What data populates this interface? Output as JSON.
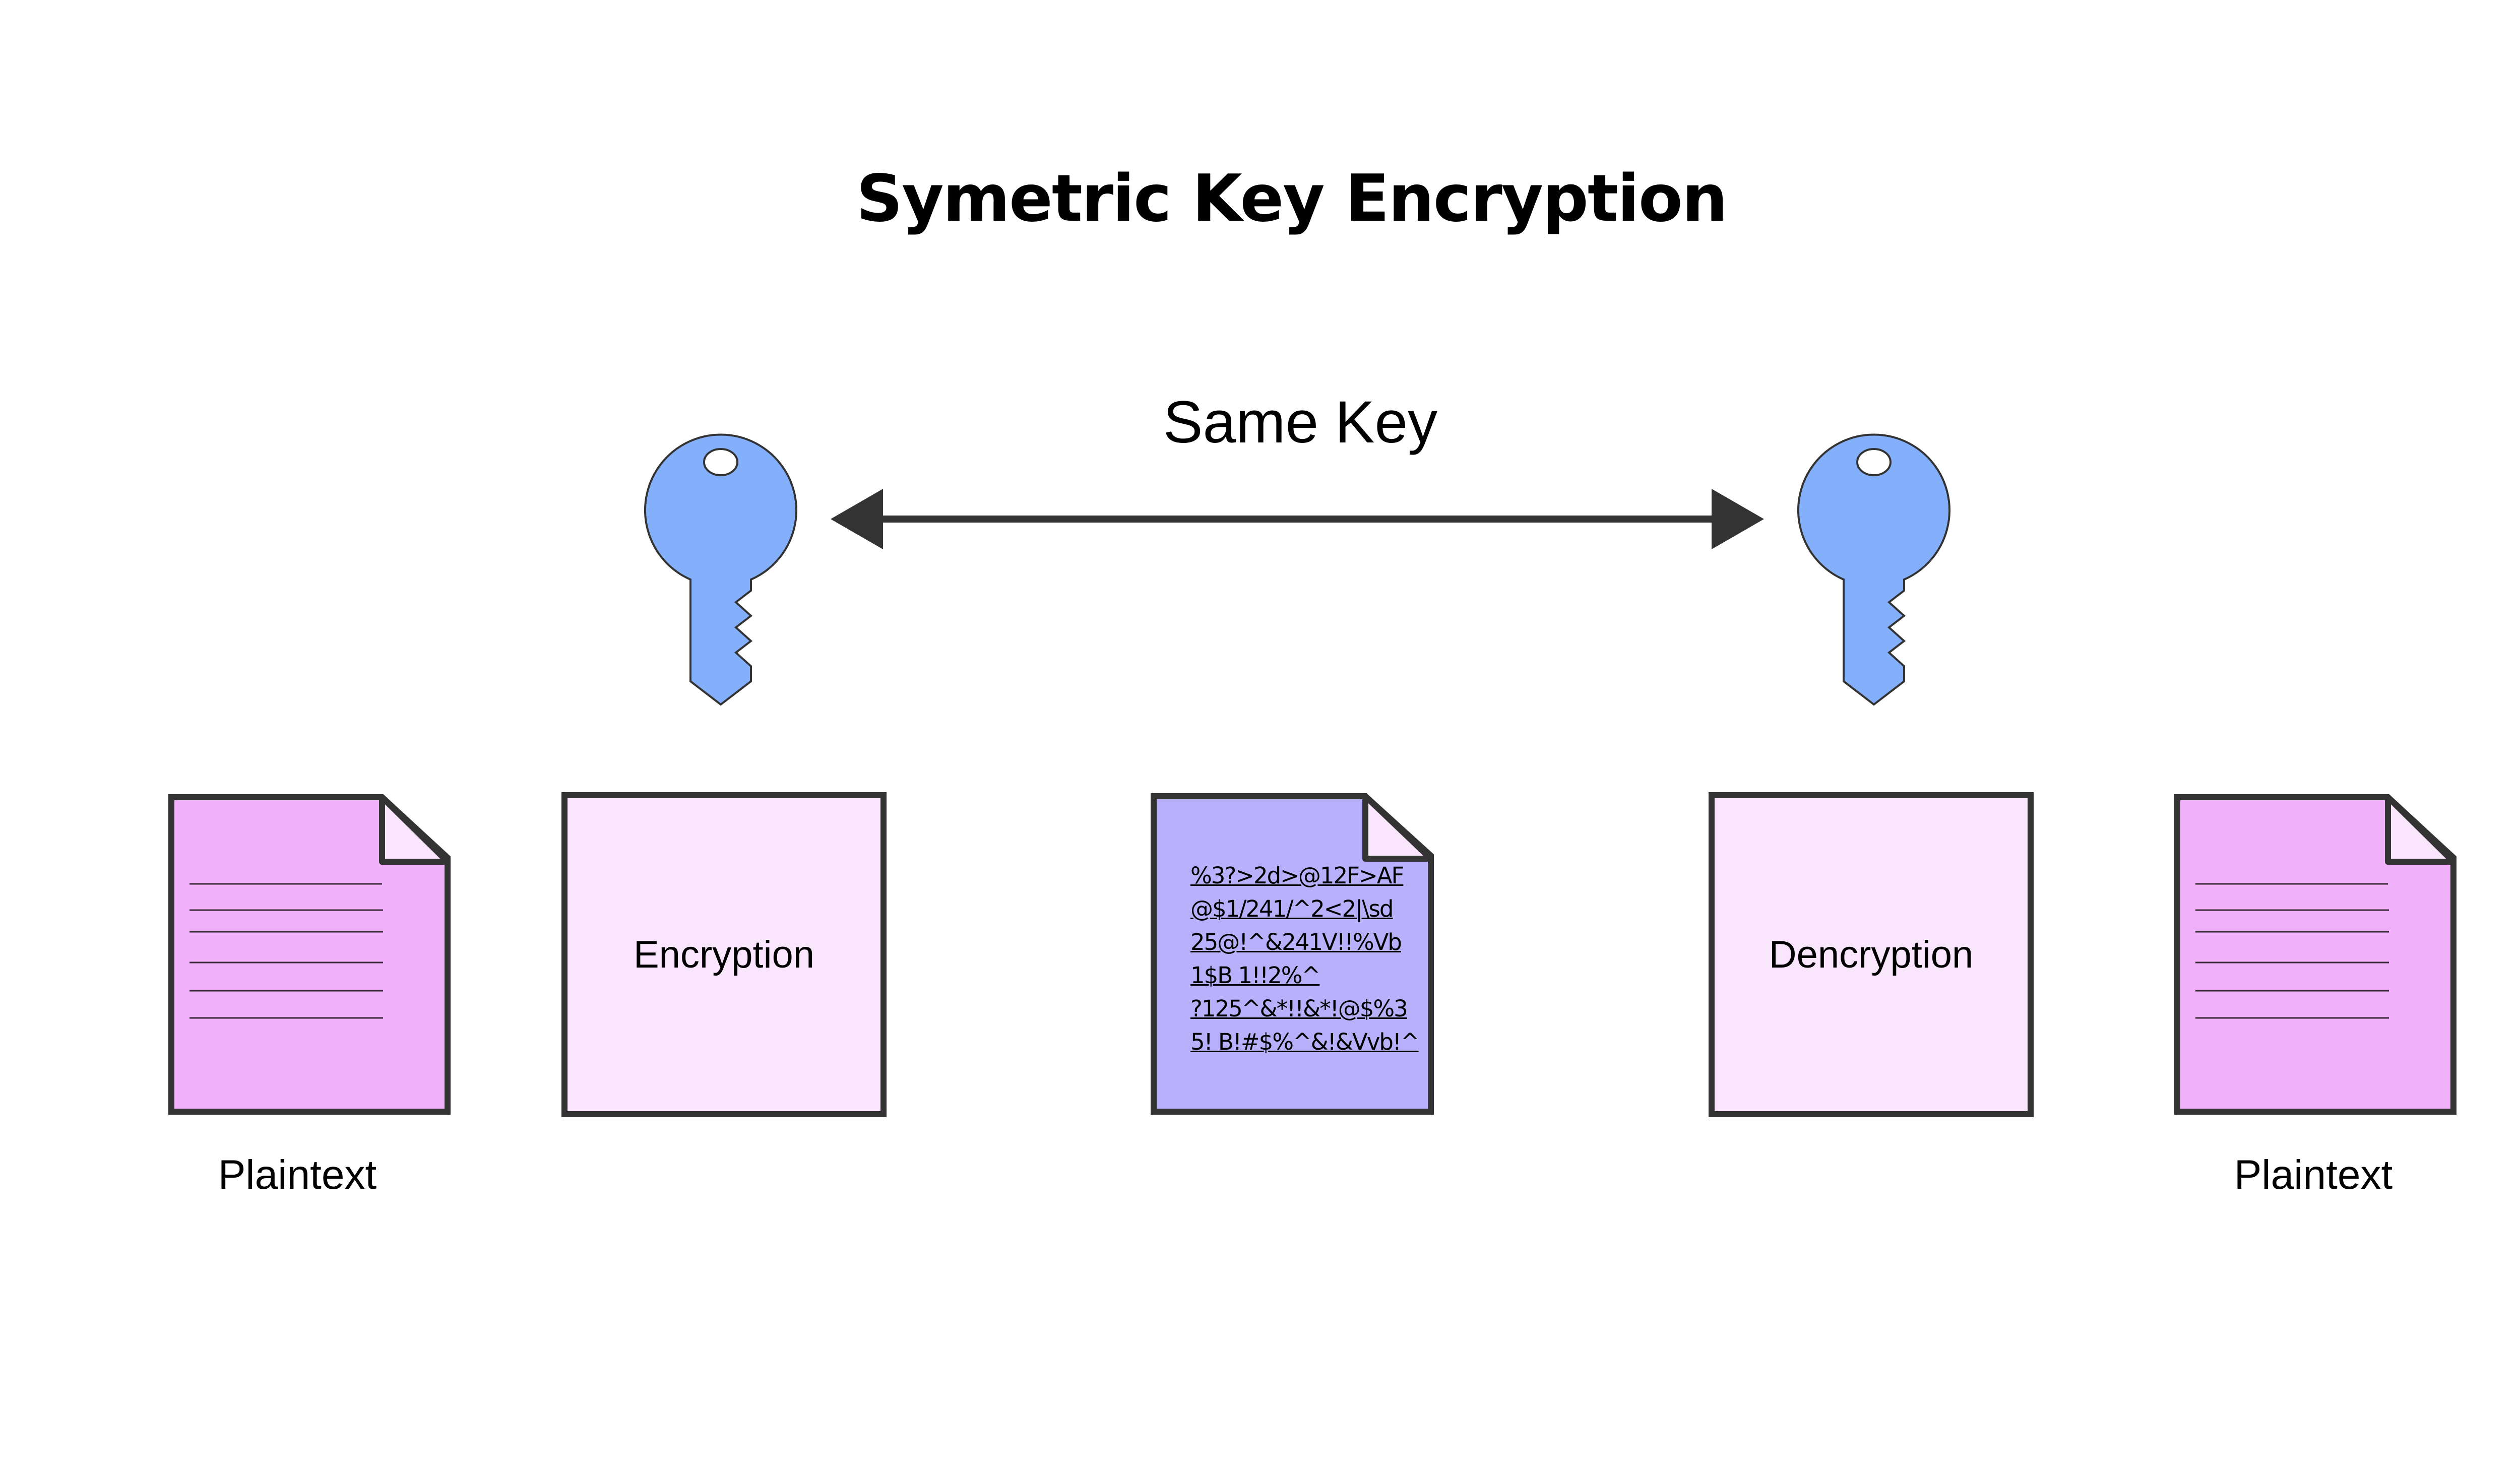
{
  "title": "Symetric Key Encryption",
  "key_link": {
    "label": "Same Key",
    "arrow": "bidirectional"
  },
  "keys": [
    {
      "icon": "key-icon",
      "position": "above-encryption"
    },
    {
      "icon": "key-icon",
      "position": "above-decryption"
    }
  ],
  "steps": {
    "plaintext_in": {
      "label": "Plaintext",
      "icon": "document-icon"
    },
    "encryption": {
      "label": "Encryption"
    },
    "ciphertext": {
      "icon": "document-icon",
      "lines": [
        "%3?>2d>@12F>AF",
        "@$1/241/^2<2|\\sd",
        "25@!^&241V!!%Vb",
        "1$B 1!!2%^",
        "?125^&*!!&*!@$%3",
        "5! B!#$%^&!&Vvb!^"
      ]
    },
    "decryption": {
      "label": "Dencryption"
    },
    "plaintext_out": {
      "label": "Plaintext",
      "icon": "document-icon"
    }
  },
  "colors": {
    "plaintext_fill": "#f1b1fb",
    "ciphertext_fill": "#b8b0fb",
    "box_fill": "#f9e6fd",
    "fold_fill": "#f9e6fd",
    "key_fill": "#84b0fb",
    "stroke": "#333333"
  }
}
